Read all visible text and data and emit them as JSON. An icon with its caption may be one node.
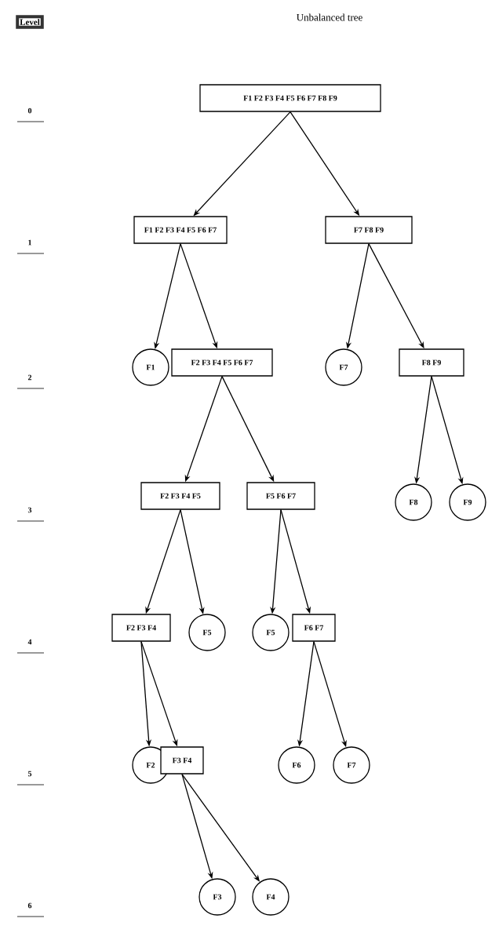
{
  "diagram": {
    "title": "Unbalanced tree",
    "nodes": [
      {
        "text": [
          "Level"
        ]
      },
      {
        "text": [
          "F1 F2 F3 F4 F5 F6 F7 F8 F9"
        ]
      },
      {
        "text": [
          "F1 F2 F3 F4 F5 F6 F7"
        ]
      },
      {
        "text": [
          "F7 F8 F9"
        ]
      },
      {
        "text": [
          "F1"
        ]
      },
      {
        "text": [
          "F2 F3 F4 F5 F6 F7"
        ]
      },
      {
        "text": [
          "F7"
        ]
      },
      {
        "text": [
          "F8 F9"
        ]
      },
      {
        "text": [
          "F2 F3 F4 F5"
        ]
      },
      {
        "text": [
          "F5 F6 F7"
        ]
      },
      {
        "text": [
          "F8"
        ]
      },
      {
        "text": [
          "F9"
        ]
      },
      {
        "text": [
          "F2 F3 F4"
        ]
      },
      {
        "text": [
          "F5"
        ]
      },
      {
        "text": [
          "F5"
        ]
      },
      {
        "text": [
          "F6 F7"
        ]
      },
      {
        "text": [
          "F2"
        ]
      },
      {
        "text": [
          "F3 F4"
        ]
      },
      {
        "text": [
          "F6"
        ]
      },
      {
        "text": [
          "F7"
        ]
      },
      {
        "text": [
          "F3"
        ]
      },
      {
        "text": [
          "F4"
        ]
      }
    ],
    "edges": [
      {
        "from": 1,
        "to": 2,
        "arrow": "to"
      },
      {
        "from": 1,
        "to": 3,
        "arrow": "to"
      },
      {
        "from": 2,
        "to": 4,
        "arrow": "to"
      },
      {
        "from": 2,
        "to": 5,
        "arrow": "to"
      },
      {
        "from": 3,
        "to": 6,
        "arrow": "to"
      },
      {
        "from": 3,
        "to": 7,
        "arrow": "to"
      },
      {
        "from": 5,
        "to": 8,
        "arrow": "to"
      },
      {
        "from": 5,
        "to": 9,
        "arrow": "to"
      },
      {
        "from": 7,
        "to": 10,
        "arrow": "to"
      },
      {
        "from": 7,
        "to": 11,
        "arrow": "to"
      },
      {
        "from": 8,
        "to": 12,
        "arrow": "to"
      },
      {
        "from": 8,
        "to": 13,
        "arrow": "to"
      },
      {
        "from": 9,
        "to": 14,
        "arrow": "to"
      },
      {
        "from": 9,
        "to": 15,
        "arrow": "to"
      },
      {
        "from": 12,
        "to": 16,
        "arrow": "to"
      },
      {
        "from": 12,
        "to": 17,
        "arrow": "to"
      },
      {
        "from": 15,
        "to": 18,
        "arrow": "to"
      },
      {
        "from": 15,
        "to": 19,
        "arrow": "to"
      },
      {
        "from": 17,
        "to": 20,
        "arrow": "to"
      },
      {
        "from": 17,
        "to": 21,
        "arrow": "to"
      }
    ],
    "labels": [
      "0",
      "1",
      "2",
      "3",
      "4",
      "5",
      "6"
    ]
  }
}
